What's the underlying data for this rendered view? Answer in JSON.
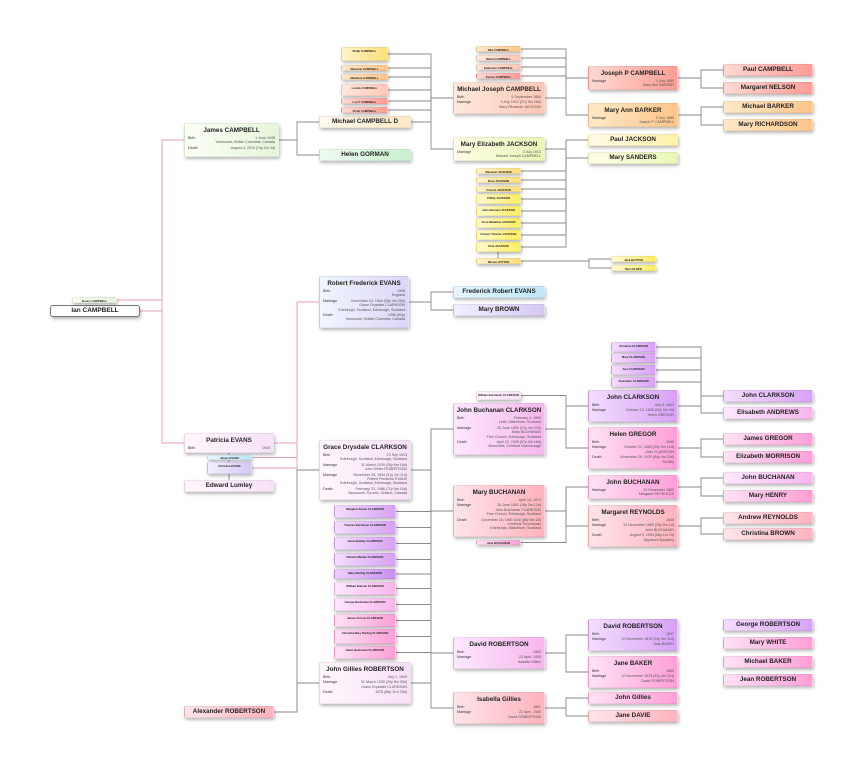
{
  "colors": {
    "root_line": "#e8a0b4",
    "line": "#8a8a8a"
  },
  "people": {
    "ian": {
      "name": "Ian CAMPBELL",
      "facts": []
    },
    "bunny": {
      "name": "Bunny CAMPBELL",
      "facts": []
    },
    "james": {
      "name": "James  CAMPBELL",
      "facts": [
        {
          "label": "Birth",
          "lines": [
            "1 June 1945",
            "Vancouver, British Columbia, Canada"
          ]
        },
        {
          "label": "Death",
          "lines": [
            "August 4, 2019 (74y 2m 3d)"
          ]
        }
      ]
    },
    "michaelD": {
      "name": "Michael CAMPBELL D",
      "facts": []
    },
    "helenG": {
      "name": "Helen GORMAN",
      "facts": []
    },
    "philipC": {
      "name": "Philip CAMPBELL",
      "facts": []
    },
    "margaretC": {
      "name": "Margaret CAMPBELL",
      "facts": []
    },
    "madelineC": {
      "name": "Madeline CAMPBELL",
      "facts": []
    },
    "loretteC": {
      "name": "Lorette CAMPBELL",
      "facts": []
    },
    "loriC": {
      "name": "Lori T CAMPBELL",
      "facts": []
    },
    "violetC": {
      "name": "Violet CAMPBELL",
      "facts": []
    },
    "ritaC": {
      "name": "Rita CAMPBELL",
      "facts": []
    },
    "martinC": {
      "name": "Martin CAMPBELL",
      "facts": []
    },
    "katherineC": {
      "name": "Katherine CAMPBELL",
      "facts": []
    },
    "evelynC": {
      "name": "Evelyn CAMPBELL",
      "facts": []
    },
    "michaelJ": {
      "name": "Michael Joseph  CAMPBELL",
      "facts": [
        {
          "label": "Birth",
          "lines": [
            "5 September 1884"
          ]
        },
        {
          "label": "Marriage",
          "lines": [
            "3 July 1912 (27y 9m 28d)",
            "Mary Elizabeth JACKSON"
          ]
        }
      ]
    },
    "josephP": {
      "name": "Joseph P CAMPBELL",
      "facts": [
        {
          "label": "Marriage",
          "lines": [
            "3 July 1880",
            "Mary Ann BARKER"
          ]
        }
      ]
    },
    "maryAnn": {
      "name": "Mary Ann BARKER",
      "facts": [
        {
          "label": "Marriage",
          "lines": [
            "3 July 1880",
            "Joseph P CAMPBELL"
          ]
        }
      ]
    },
    "paulC": {
      "name": "Paul CAMPBELL",
      "facts": []
    },
    "margaretN": {
      "name": "Margaret NELSON",
      "facts": []
    },
    "michaelB": {
      "name": "Michael BARKER",
      "facts": []
    },
    "maryR": {
      "name": "Mary RICHARDSON",
      "facts": []
    },
    "maryE": {
      "name": "Mary Elizabeth JACKSON",
      "facts": [
        {
          "label": "Marriage",
          "lines": [
            "3 July 1912",
            "Michael Joseph  CAMPBELL"
          ]
        }
      ]
    },
    "paulJ": {
      "name": "Paul JACKSON",
      "facts": []
    },
    "maryS": {
      "name": "Mary SANDERS",
      "facts": []
    },
    "margaretJ": {
      "name": "Margaret JACKSON",
      "facts": []
    },
    "roseJ": {
      "name": "Rose JACKSON",
      "facts": []
    },
    "vincentJ": {
      "name": "Vincent JACKSON",
      "facts": []
    },
    "phillipJ": {
      "name": "Phillip JACKSON",
      "facts": []
    },
    "johnBJ": {
      "name": "John Bernard JACKSON",
      "facts": []
    },
    "anneJ": {
      "name": "Anne Madeline JACKSON",
      "facts": []
    },
    "francisJ": {
      "name": "Francis Thomas JACKSON",
      "facts": []
    },
    "paulJ2": {
      "name": "Paul JACKSON",
      "facts": []
    },
    "winnieH": {
      "name": "Winnie HUTTON",
      "facts": []
    },
    "jackH": {
      "name": "Jack HUTTON",
      "facts": []
    },
    "maryEl": {
      "name": "Mary ELDER",
      "facts": []
    },
    "robertE": {
      "name": "Robert Frederick EVANS",
      "facts": [
        {
          "label": "Birth",
          "lines": [
            "1906",
            "England"
          ]
        },
        {
          "label": "Marriage",
          "lines": [
            "November 24, 1944 (38y 4m 25d)",
            "Grace Drysdale CLARKSON",
            "Edinburgh, Scotland, Edinburgh, Scotland"
          ]
        },
        {
          "label": "Death",
          "lines": [
            "1996 (90y)",
            "Vancouver, British Columbia, Canada"
          ]
        }
      ]
    },
    "frederickE": {
      "name": "Frederick Robert EVANS",
      "facts": []
    },
    "maryBr": {
      "name": "Mary BROWN",
      "facts": []
    },
    "patricia": {
      "name": "Patricia EVANS",
      "facts": [
        {
          "label": "Birth",
          "lines": [
            "1940"
          ]
        }
      ]
    },
    "jamesE": {
      "name": "James EVANS",
      "facts": []
    },
    "christinaE": {
      "name": "Christina EVANS",
      "facts": []
    },
    "edward": {
      "name": "Edward Lumley",
      "facts": []
    },
    "grace": {
      "name": "Grace Drysdale CLARKSON",
      "facts": [
        {
          "label": "Birth",
          "lines": [
            "13 Sep 1913",
            "Edinburgh, Scotland, Edinburgh, Scotland"
          ]
        },
        {
          "label": "Marriage",
          "lines": [
            "31 March 1939 (25y 6m 18d)",
            "John Gillies ROBERTSON"
          ]
        },
        {
          "label": "Marriage",
          "lines": [
            "November 24, 1944 (31y 2m 11d)",
            "Robert Frederick EVANS",
            "Edinburgh, Scotland, Edinburgh, Scotland"
          ]
        },
        {
          "label": "Death",
          "lines": [
            "February 23, 1986 (72y 5m 10d)",
            "Vancouver, Toronto, Ontario, Canada"
          ]
        }
      ]
    },
    "gs1": {
      "name": "Margaret Fraser CLARKSON",
      "facts": []
    },
    "gs2": {
      "name": "Thomas Buchanan CLARKSON",
      "facts": []
    },
    "gs3": {
      "name": "Janet Bradley CLARKSON",
      "facts": []
    },
    "gs4": {
      "name": "Patricia Mackie CLARKSON",
      "facts": []
    },
    "gs5": {
      "name": "Mary Darling CLARKSON",
      "facts": []
    },
    "gs6": {
      "name": "William Duncan CLARKSON",
      "facts": []
    },
    "gs7": {
      "name": "George Buchanan CLARKSON",
      "facts": []
    },
    "gs8": {
      "name": "James Forrest CLARKSON",
      "facts": []
    },
    "gs9": {
      "name": "Christina Mary Darling CLARKSON",
      "facts": []
    },
    "gs10": {
      "name": "Helen Buchanan CLARKSON",
      "facts": []
    },
    "johnGR": {
      "name": "John Gillies ROBERTSON",
      "facts": [
        {
          "label": "Birth",
          "lines": [
            "July 1, 1909"
          ]
        },
        {
          "label": "Marriage",
          "lines": [
            "31 March 1939 (29y 8m 30d)",
            "Grace Drysdale CLARKSON"
          ]
        },
        {
          "label": "Death",
          "lines": [
            "1978 (68y 11m 29d)"
          ]
        }
      ]
    },
    "alexander": {
      "name": "Alexander ROBERTSON",
      "facts": []
    },
    "williamBC": {
      "name": "William Buchanan CLARKSON",
      "facts": []
    },
    "johnBC": {
      "name": "John Buchanan CLARKSON",
      "facts": [
        {
          "label": "Birth",
          "lines": [
            "February 4, 1869",
            "Leith, Midlothian, Scotland"
          ]
        },
        {
          "label": "Marriage",
          "lines": [
            "26 June 1891 (22y 4m 22d)",
            "Mary BUCHANAN",
            "Free Church, Edinburgh, Scotland"
          ]
        },
        {
          "label": "Death",
          "lines": [
            "April 22, 1926 (57y 2m 18d)",
            "Bronchitis; Cerebral Haemorrage"
          ]
        }
      ]
    },
    "maryBu": {
      "name": "Mary BUCHANAN",
      "facts": [
        {
          "label": "Birth",
          "lines": [
            "April 14, 1873"
          ]
        },
        {
          "label": "Marriage",
          "lines": [
            "26 June 1891 (18y 2m 12d)",
            "John Buchanan CLARKSON",
            "Free Church, Edinburgh, Scotland"
          ]
        },
        {
          "label": "Death",
          "lines": [
            "December 16, 1961 8:30 (88y 8m 2d)",
            "Cerebral Thrombosis",
            "Edinburgh, Midlothian, Scotland"
          ]
        }
      ]
    },
    "janeBu": {
      "name": "Jane BUCHANAN",
      "facts": []
    },
    "christinaC": {
      "name": "Christina CLARKSON",
      "facts": []
    },
    "maryC": {
      "name": "Mary CLARKSON",
      "facts": []
    },
    "annC": {
      "name": "Ann CLARKSON",
      "facts": []
    },
    "alexanderC": {
      "name": "Alexander CLARKSON",
      "facts": []
    },
    "johnC": {
      "name": "John CLARKSON",
      "facts": [
        {
          "label": "Birth",
          "lines": [
            "July 8, 1843"
          ]
        },
        {
          "label": "Marriage",
          "lines": [
            "October 12, 1865 (22y 3m 4d)",
            "Helen GREGOR"
          ]
        }
      ]
    },
    "helenGr": {
      "name": "Helen GREGOR",
      "facts": [
        {
          "label": "Birth",
          "lines": [
            "1845"
          ]
        },
        {
          "label": "Marriage",
          "lines": [
            "October 12, 1865 (20y 3m 12d)",
            "John CLARKSON"
          ]
        },
        {
          "label": "Death",
          "lines": [
            "November 29, 1929 (84y 4m 20d)",
            "Senility"
          ]
        }
      ]
    },
    "johnC2": {
      "name": "John CLARKSON",
      "facts": []
    },
    "elisabethA": {
      "name": "Elisabeth ANDREWS",
      "facts": []
    },
    "jamesG": {
      "name": "James GREGOR",
      "facts": []
    },
    "elizabethM": {
      "name": "Elizabeth MORRISON",
      "facts": []
    },
    "johnB": {
      "name": "John BUCHANAN",
      "facts": [
        {
          "label": "Marriage",
          "lines": [
            "31 December 1869",
            "Margaret REYNOLDS"
          ]
        }
      ]
    },
    "margaretR": {
      "name": "Margaret REYNOLDS",
      "facts": [
        {
          "label": "Birth",
          "lines": [
            "1846"
          ]
        },
        {
          "label": "Marriage",
          "lines": [
            "31 December 1869 (23y 5m 1d)",
            "John BUCHANAN"
          ]
        },
        {
          "label": "Death",
          "lines": [
            "August 5, 1904 (58y 1m 7d)",
            "Apparent Apoplexy"
          ]
        }
      ]
    },
    "johnB2": {
      "name": "John BUCHANAN",
      "facts": []
    },
    "maryH": {
      "name": "Mary HENRY",
      "facts": []
    },
    "andrewR": {
      "name": "Andrew REYNOLDS",
      "facts": []
    },
    "christinaB": {
      "name": "Christina BROWN",
      "facts": []
    },
    "davidR": {
      "name": "David ROBERTSON",
      "facts": [
        {
          "label": "Birth",
          "lines": [
            "1883"
          ]
        },
        {
          "label": "Marriage",
          "lines": [
            "22 April, 1905",
            "Isabella Gillies"
          ]
        }
      ]
    },
    "isabella": {
      "name": "Isabella Gillies",
      "facts": [
        {
          "label": "Birth",
          "lines": [
            "1887"
          ]
        },
        {
          "label": "Marriage",
          "lines": [
            "22 April, 1905",
            "David ROBERTSON"
          ]
        }
      ]
    },
    "davidR2": {
      "name": "David ROBERTSON",
      "facts": [
        {
          "label": "Birth",
          "lines": [
            "1847"
          ]
        },
        {
          "label": "Marriage",
          "lines": [
            "10 November 1876 (29y 4m 11d)",
            "Jane BAKER"
          ]
        }
      ]
    },
    "janeBa": {
      "name": "Jane BAKER",
      "facts": [
        {
          "label": "Birth",
          "lines": [
            "1855"
          ]
        },
        {
          "label": "Marriage",
          "lines": [
            "10 November 1876 (32y 4m 11d)",
            "David ROBERTSON"
          ]
        }
      ]
    },
    "georgeR": {
      "name": "George ROBERTSON",
      "facts": []
    },
    "maryW": {
      "name": "Mary WHITE",
      "facts": []
    },
    "michaelBa": {
      "name": "Michael BAKER",
      "facts": []
    },
    "jeanR": {
      "name": "Jean ROBERTSON",
      "facts": []
    },
    "johnGi": {
      "name": "John Gillies",
      "facts": []
    },
    "janeD": {
      "name": "Jane DAVIE",
      "facts": []
    }
  }
}
